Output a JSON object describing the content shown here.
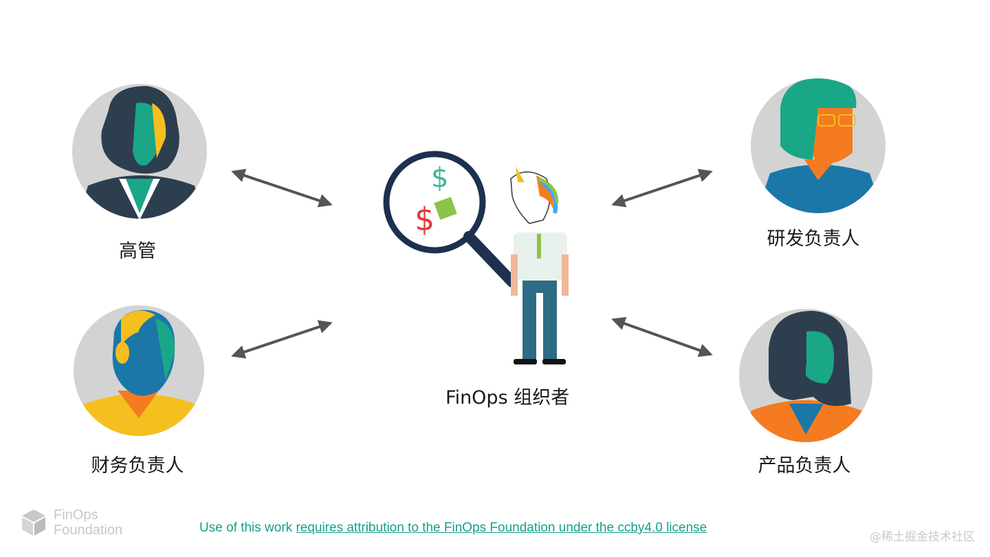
{
  "center": {
    "label": "FinOps 组织者"
  },
  "roles": {
    "executive": "高管",
    "finance": "财务负责人",
    "engineering": "研发负责人",
    "product": "产品负责人"
  },
  "footer": {
    "prefix": "Use of this work ",
    "link": "requires attribution to the FinOps Foundation under the ccby4.0 license"
  },
  "logo": {
    "line1": "FinOps",
    "line2": "Foundation"
  },
  "watermark": "@稀土掘金技术社区",
  "colors": {
    "teal": "#1aa787",
    "navy": "#2d3e4f",
    "arrow": "#555555",
    "orange": "#f47b20",
    "yellow": "#f5bf1f",
    "blue": "#1b77a8",
    "circle": "#d3d3d3"
  }
}
